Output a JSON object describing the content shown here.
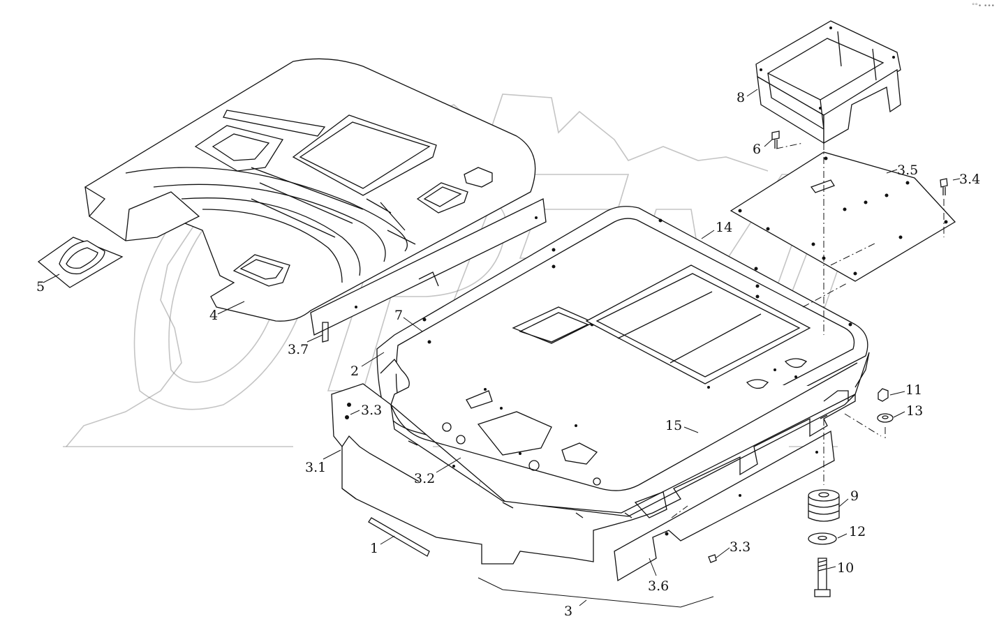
{
  "diagram": {
    "callouts": [
      {
        "id": "c1",
        "label": "1"
      },
      {
        "id": "c2",
        "label": "2"
      },
      {
        "id": "c3",
        "label": "3"
      },
      {
        "id": "c31",
        "label": "3.1"
      },
      {
        "id": "c32",
        "label": "3.2"
      },
      {
        "id": "c33a",
        "label": "3.3"
      },
      {
        "id": "c33b",
        "label": "3.3"
      },
      {
        "id": "c34",
        "label": "3.4"
      },
      {
        "id": "c35",
        "label": "3.5"
      },
      {
        "id": "c36",
        "label": "3.6"
      },
      {
        "id": "c37",
        "label": "3.7"
      },
      {
        "id": "c4",
        "label": "4"
      },
      {
        "id": "c5",
        "label": "5"
      },
      {
        "id": "c6",
        "label": "6"
      },
      {
        "id": "c7",
        "label": "7"
      },
      {
        "id": "c8",
        "label": "8"
      },
      {
        "id": "c9",
        "label": "9"
      },
      {
        "id": "c10",
        "label": "10"
      },
      {
        "id": "c11",
        "label": "11"
      },
      {
        "id": "c12",
        "label": "12"
      },
      {
        "id": "c13",
        "label": "13"
      },
      {
        "id": "c14",
        "label": "14"
      },
      {
        "id": "c15",
        "label": "15"
      }
    ]
  }
}
